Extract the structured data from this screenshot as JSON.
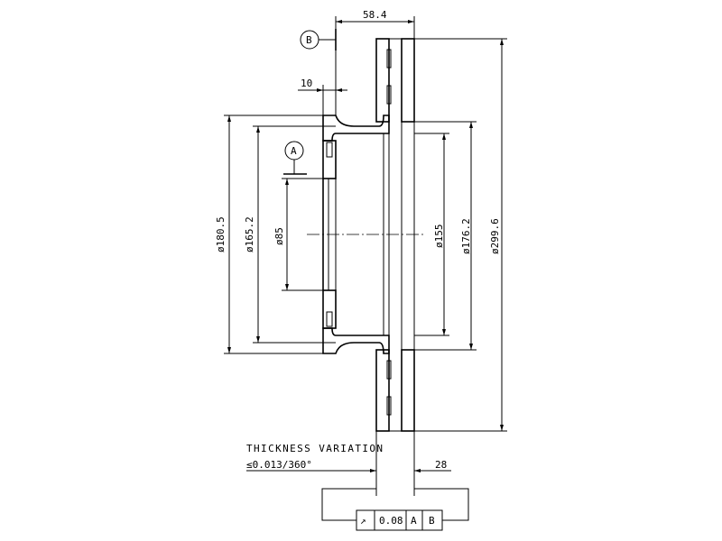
{
  "dimensions": {
    "width_top": "58.4",
    "hub_offset": "10",
    "dia_180_5": "ø180.5",
    "dia_165_2": "ø165.2",
    "dia_85": "ø85",
    "dia_155": "ø155",
    "dia_176_2": "ø176.2",
    "dia_299_6": "ø299.6",
    "thickness_28": "28"
  },
  "datums": {
    "a": "A",
    "b": "B"
  },
  "notes": {
    "thickness_variation": "THICKNESS VARIATION",
    "tolerance": "≤0.013/360°"
  },
  "feature_control_frame": {
    "symbol": "↗",
    "tolerance": "0.08",
    "datum_1": "A",
    "datum_2": "B"
  }
}
